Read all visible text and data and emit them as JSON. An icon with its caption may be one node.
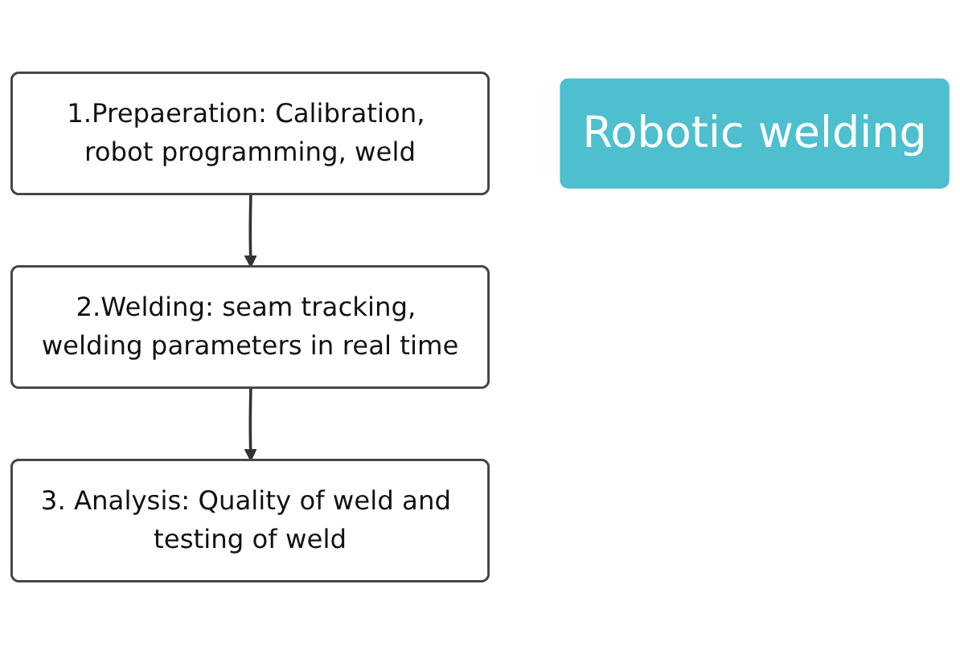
{
  "diagram": {
    "nodes": [
      {
        "text": [
          "1.Prepaeration: Calibration, robot programming, weld"
        ]
      },
      {
        "text": [
          "Robotic welding"
        ]
      },
      {
        "text": [
          "2.Welding: seam tracking, welding parameters in real time"
        ]
      },
      {
        "text": [
          "3. Analysis: Quality of weld and testing of weld"
        ]
      }
    ],
    "edges": [
      {
        "from": 0,
        "to": 2,
        "arrow": "to"
      },
      {
        "from": 2,
        "to": 3,
        "arrow": "to"
      }
    ]
  }
}
